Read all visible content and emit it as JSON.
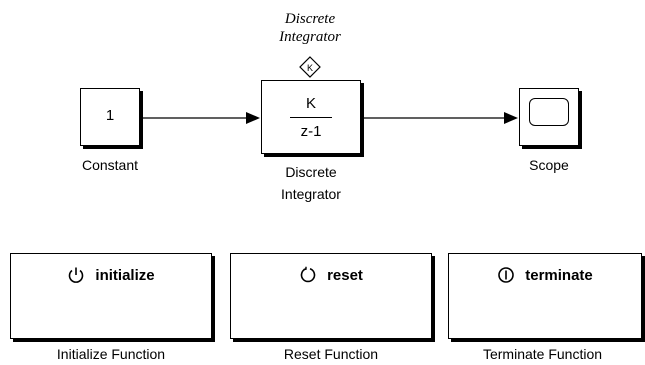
{
  "title": {
    "line1": "Discrete",
    "line2": "Integrator"
  },
  "constant": {
    "value": "1",
    "label": "Constant"
  },
  "integrator": {
    "numerator": "K",
    "denominator": "z-1",
    "label_line1": "Discrete",
    "label_line2": "Integrator"
  },
  "scope": {
    "label": "Scope"
  },
  "functions": [
    {
      "title": "initialize",
      "icon": "power-icon",
      "label": "Initialize Function"
    },
    {
      "title": "reset",
      "icon": "reset-icon",
      "label": "Reset Function"
    },
    {
      "title": "terminate",
      "icon": "terminate-icon",
      "label": "Terminate Function"
    }
  ]
}
